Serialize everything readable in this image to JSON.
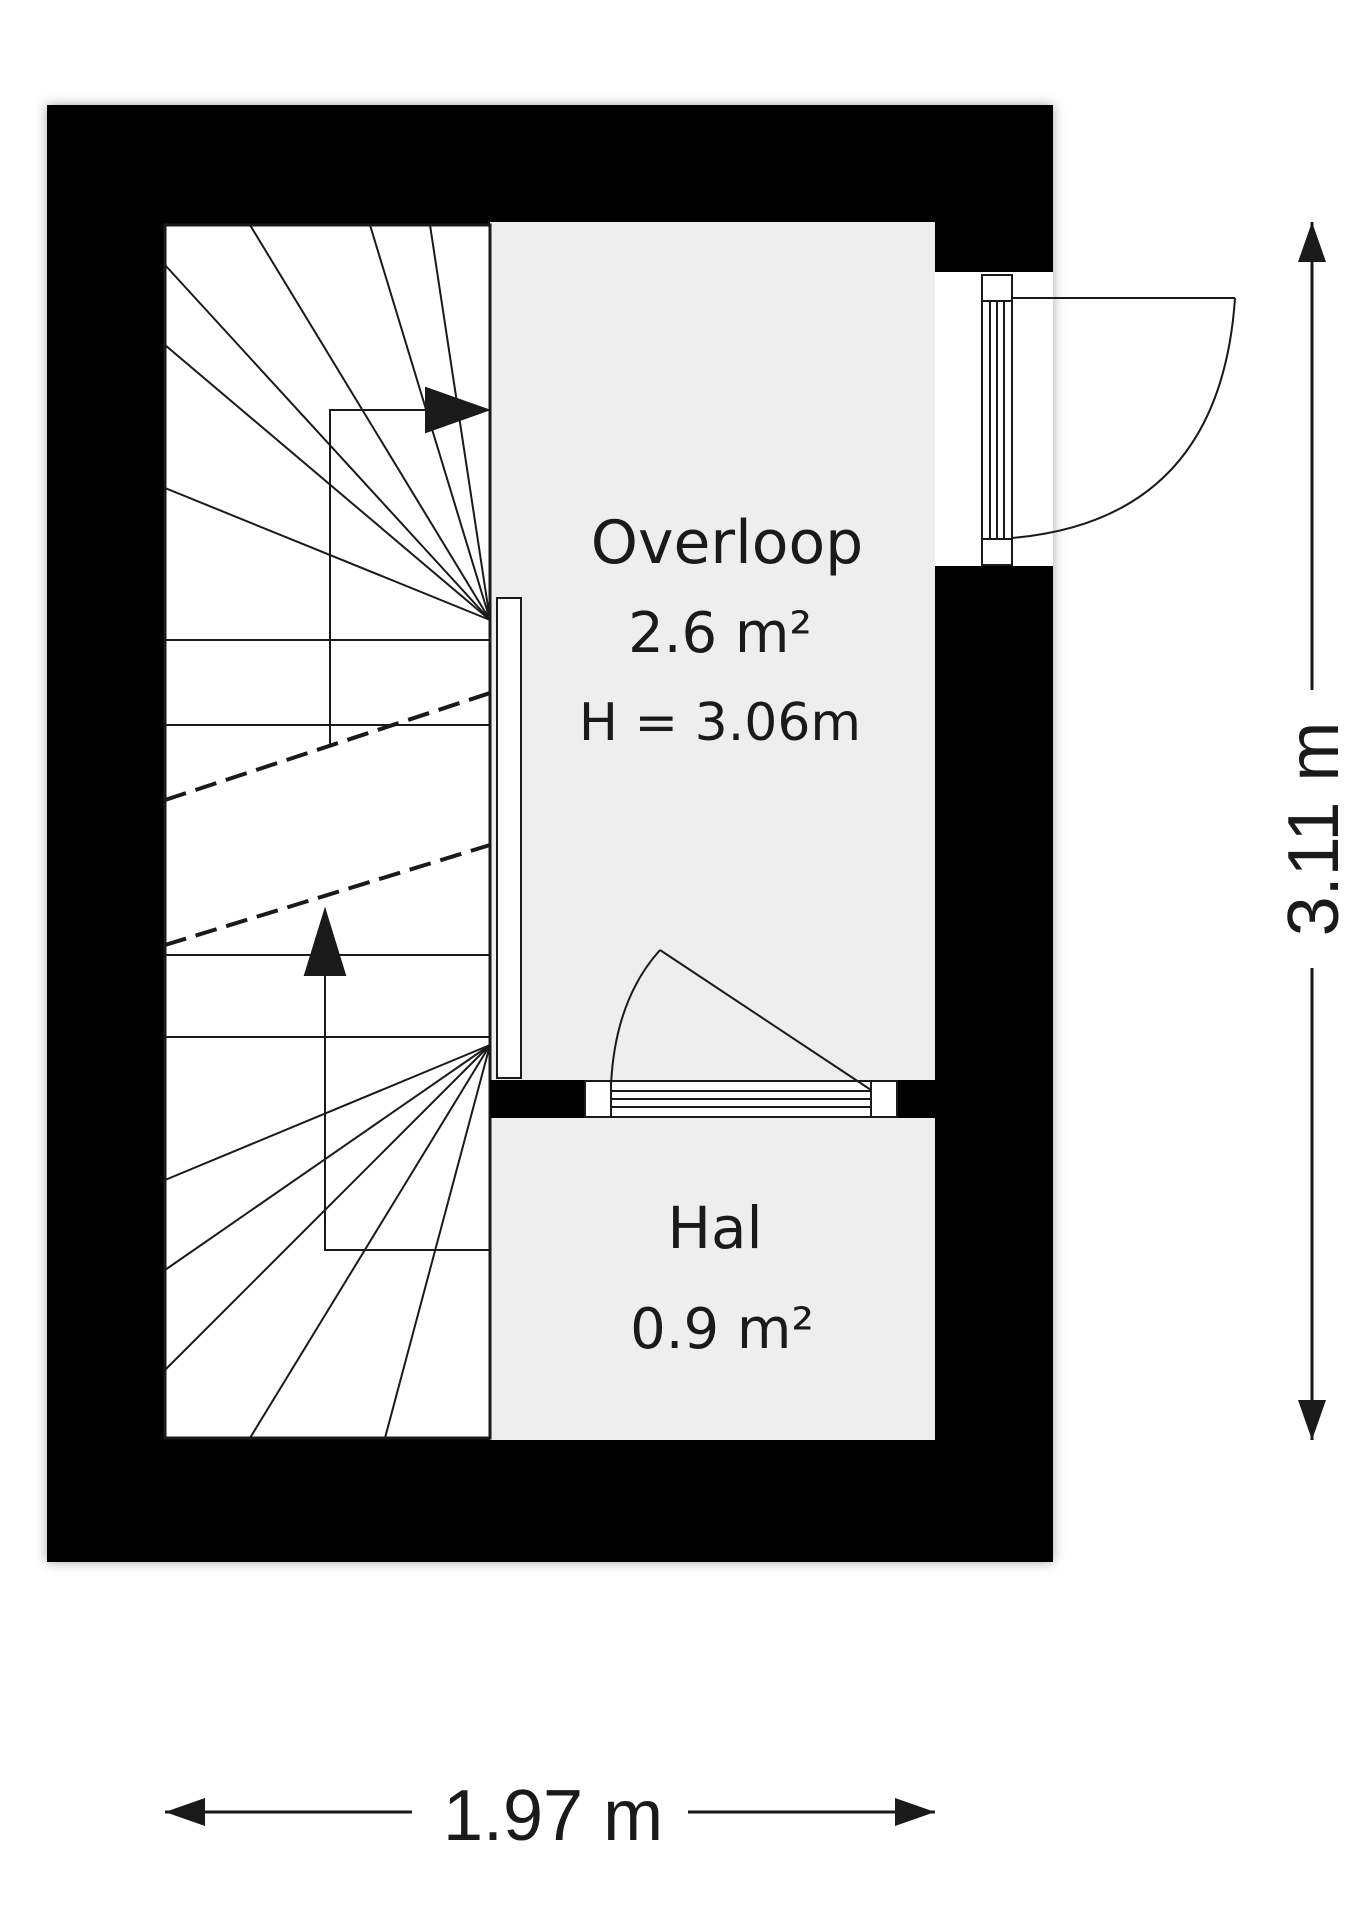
{
  "rooms": {
    "overloop": {
      "name": "Overloop",
      "area": "2.6 m²",
      "height": "H = 3.06m"
    },
    "hal": {
      "name": "Hal",
      "area": "0.9 m²"
    }
  },
  "dimensions": {
    "width": "1.97 m",
    "height": "3.11 m"
  },
  "colors": {
    "wall": "#000000",
    "floor": "#eeeeee",
    "stairs": "#ffffff",
    "line": "#1a1a1a"
  }
}
